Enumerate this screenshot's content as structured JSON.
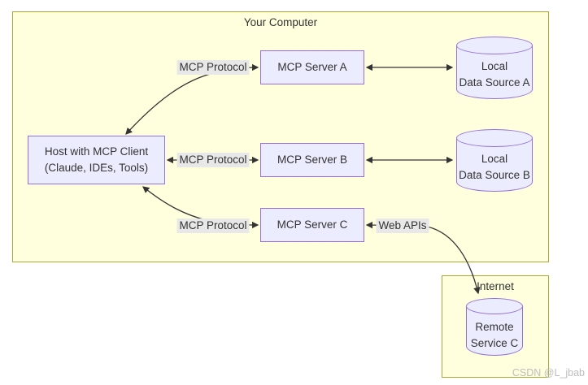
{
  "diagram": {
    "containers": {
      "your_computer": {
        "title": "Your Computer"
      },
      "internet": {
        "title": "Internet"
      }
    },
    "nodes": {
      "host": {
        "line1": "Host with MCP Client",
        "line2": "(Claude, IDEs, Tools)"
      },
      "server_a": {
        "label": "MCP Server A"
      },
      "server_b": {
        "label": "MCP Server B"
      },
      "server_c": {
        "label": "MCP Server C"
      },
      "data_source_a": {
        "line1": "Local",
        "line2": "Data Source A"
      },
      "data_source_b": {
        "line1": "Local",
        "line2": "Data Source B"
      },
      "remote_service_c": {
        "line1": "Remote",
        "line2": "Service C"
      }
    },
    "edge_labels": {
      "mcp_a": "MCP Protocol",
      "mcp_b": "MCP Protocol",
      "mcp_c": "MCP Protocol",
      "web_apis": "Web APIs"
    },
    "colors": {
      "container_fill": "#ffffde",
      "container_border": "#aaaa33",
      "node_fill": "#ececff",
      "node_border": "#9370db",
      "edge_label_bg": "#e8e8e8",
      "arrow": "#333333",
      "text": "#333333",
      "watermark": "#bdbdbd"
    },
    "watermark": "CSDN @L_jbab"
  }
}
